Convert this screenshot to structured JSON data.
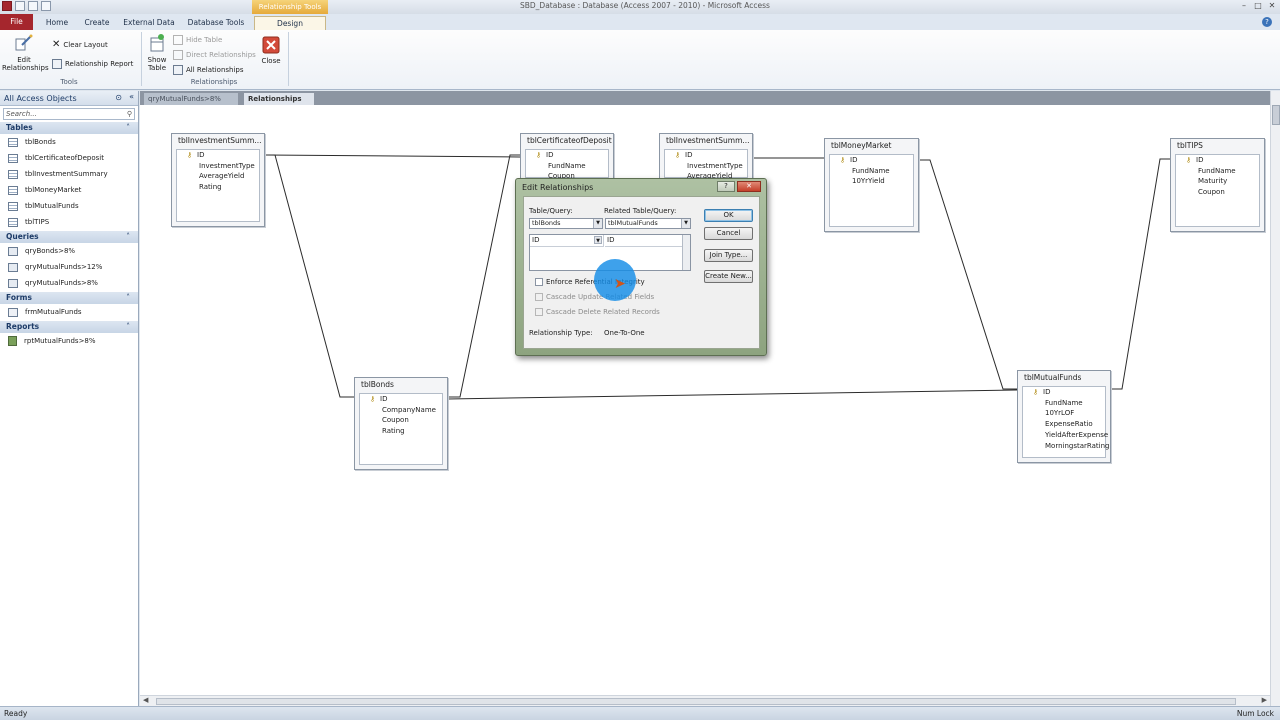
{
  "titlebar": {
    "context_tab": "Relationship Tools",
    "window_title": "SBD_Database : Database (Access 2007 - 2010) - Microsoft Access"
  },
  "ribbon_tabs": {
    "file": "File",
    "home": "Home",
    "create": "Create",
    "external": "External Data",
    "dbtools": "Database Tools",
    "design": "Design"
  },
  "ribbon": {
    "edit_rel": "Edit\nRelationships",
    "clear_layout": "Clear Layout",
    "rel_report": "Relationship Report",
    "tools_group": "Tools",
    "show_table": "Show\nTable",
    "hide_table": "Hide Table",
    "direct_rel": "Direct Relationships",
    "all_rel": "All Relationships",
    "close": "Close",
    "relationships_group": "Relationships"
  },
  "nav": {
    "header": "All Access Objects",
    "search_placeholder": "Search...",
    "sections": {
      "tables": "Tables",
      "queries": "Queries",
      "forms": "Forms",
      "reports": "Reports"
    },
    "tables": [
      "tblBonds",
      "tblCertificateofDeposit",
      "tblInvestmentSummary",
      "tblMoneyMarket",
      "tblMutualFunds",
      "tblTIPS"
    ],
    "queries": [
      "qryBonds>8%",
      "qryMutualFunds>12%",
      "qryMutualFunds>8%"
    ],
    "forms": [
      "frmMutualFunds"
    ],
    "reports": [
      "rptMutualFunds>8%"
    ]
  },
  "doc_tabs": {
    "inactive": "qryMutualFunds>8%",
    "active": "Relationships"
  },
  "tables": {
    "inv1": {
      "title": "tblInvestmentSumm...",
      "fields": [
        "ID",
        "InvestmentType",
        "AverageYield",
        "Rating"
      ]
    },
    "cod": {
      "title": "tblCertificateofDeposit",
      "fields": [
        "ID",
        "FundName",
        "Coupon"
      ]
    },
    "inv2": {
      "title": "tblInvestmentSumm...",
      "fields": [
        "ID",
        "InvestmentType",
        "AverageYield"
      ]
    },
    "mm": {
      "title": "tblMoneyMarket",
      "fields": [
        "ID",
        "FundName",
        "10YrYield"
      ]
    },
    "tips": {
      "title": "tblTIPS",
      "fields": [
        "ID",
        "FundName",
        "Maturity",
        "Coupon"
      ]
    },
    "bonds": {
      "title": "tblBonds",
      "fields": [
        "ID",
        "CompanyName",
        "Coupon",
        "Rating"
      ]
    },
    "mf": {
      "title": "tblMutualFunds",
      "fields": [
        "ID",
        "FundName",
        "10YrLOF",
        "ExpenseRatio",
        "YieldAfterExpense",
        "MorningstarRating"
      ]
    }
  },
  "dialog": {
    "title": "Edit Relationships",
    "help_btn": "?",
    "close_btn": "✕",
    "table_query_label": "Table/Query:",
    "related_label": "Related Table/Query:",
    "table_value": "tblBonds",
    "related_value": "tblMutualFunds",
    "field_left": "ID",
    "field_right": "ID",
    "ok": "OK",
    "cancel": "Cancel",
    "join_type": "Join Type...",
    "create_new": "Create New...",
    "enforce": "Enforce Referential Integrity",
    "cascade_update": "Cascade Update Related Fields",
    "cascade_delete": "Cascade Delete Related Records",
    "rel_type_label": "Relationship Type:",
    "rel_type_value": "One-To-One"
  },
  "status": {
    "left": "Ready",
    "right": "Num Lock"
  },
  "colors": {
    "file_tab": "#a5262d",
    "context_tab": "#e5a93b",
    "dialog_frame": "#8da37f",
    "cursor_halo": "#148ce6"
  }
}
